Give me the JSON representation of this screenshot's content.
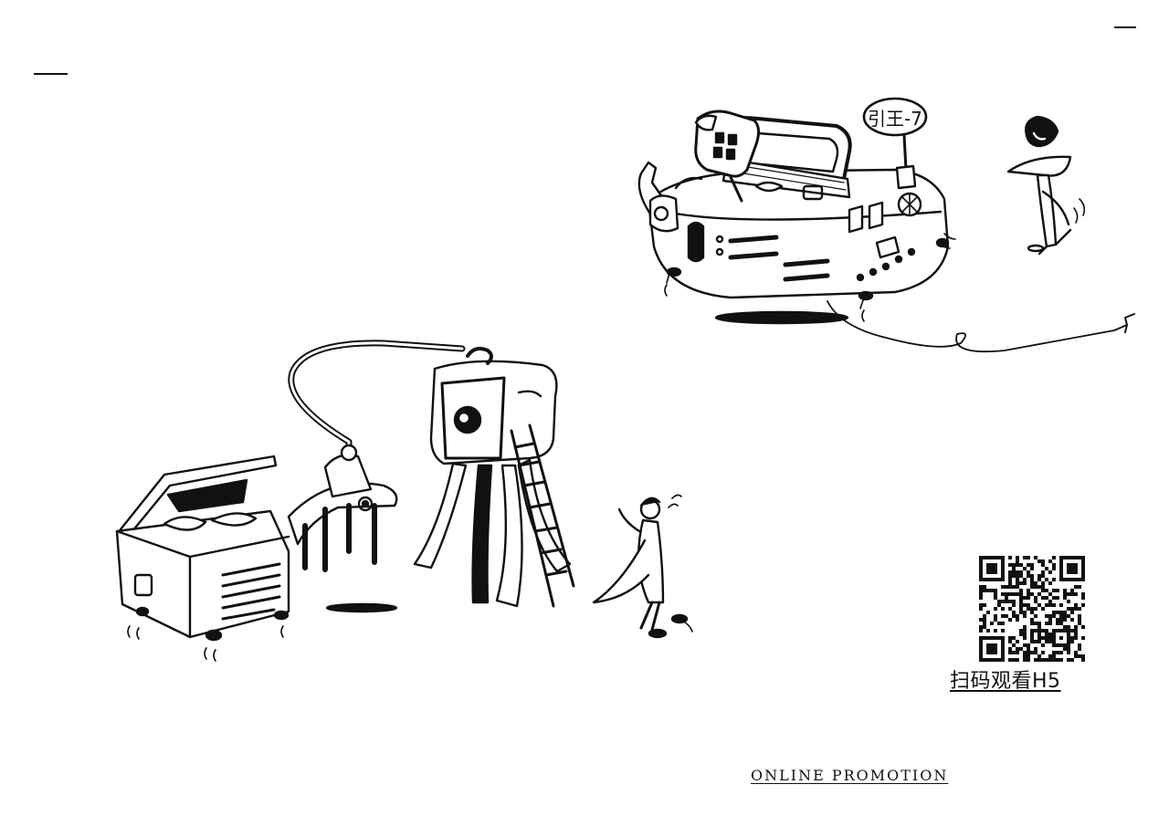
{
  "qr": {
    "caption": "扫码观看H5",
    "icon": "qr-code-icon"
  },
  "footer": {
    "promo_label": "ONLINE PROMOTION"
  },
  "illustrations": {
    "sign_text": "引王-7",
    "left_group_icon": "appliances-illustration-icon",
    "right_group_icon": "projector-illustration-icon"
  },
  "colors": {
    "ink": "#111111",
    "paper": "#ffffff"
  }
}
